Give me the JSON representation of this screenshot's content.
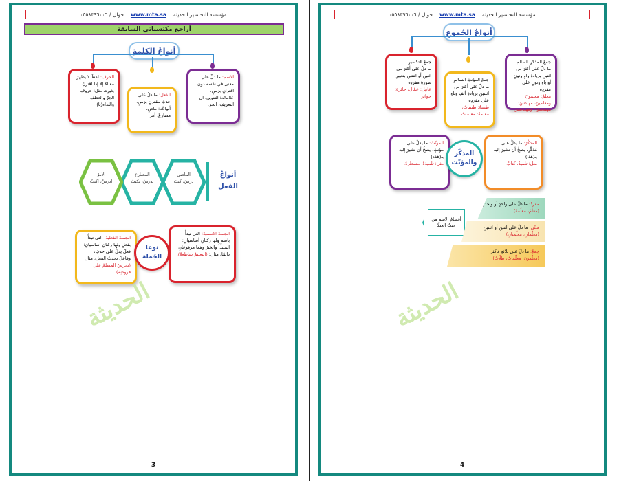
{
  "header": {
    "org": "مؤسسة التحاضير الحديثة",
    "site": "www.mta.sa",
    "phone": "جوال / ٠٥٥٨٣٩٦٠٠٦"
  },
  "left_page": {
    "banner": "أراجع مكتسباتي السابقة",
    "word_types_title": "أنواعُ الكلمةِ",
    "noun_card": {
      "label": "الاسم:",
      "body": "ما دلّ على معنى في نفسه دون اقترانٍ بزمنٍ.",
      "signs": "علاماتُه: التنوين، ال التعريف، الجر."
    },
    "verb_card": {
      "label": "الفعل:",
      "body": "ما دلّ على حدثٍ مقترنٍ بزمنٍ.",
      "types": "أنواعُه: ماضٍ، مضارعٌ، أمر."
    },
    "particle_card": {
      "label": "الحرف:",
      "body": "لفظٌ لا يظهرُ معناهُ إلا إذا اقترنَ بغيرِه، مثل: حروف الجرّ والعطف والنداء(يا)."
    },
    "verb_types_title": "أنواعُ الفعل",
    "verb_hex": [
      {
        "label": "الماضي",
        "example": "درسَ، كتبَ"
      },
      {
        "label": "المضارع",
        "example": "يدرسُ، يكتبُ"
      },
      {
        "label": "الأمرُ",
        "example": "ادرسْ، اكتبْ"
      }
    ],
    "sentence_title": "نوعا الجُملة",
    "nominal_card": {
      "label": "الجملةُ الاسميةُ:",
      "body": "التي تبدأُ باسمٍ ولها ركنانِ أساسيانِ: المبتدأُ والخبرُ وهما مرفوعانِ دائمًا، مثال:",
      "example": "(التعليمُ ساطعةٌ)."
    },
    "verbal_card": {
      "label": "الجملةُ الفعليةُ:",
      "body": "التي تبدأُ بفعلٍ ولها ركنانِ أساسيانِ: فعلٌ يدلُّ على حدثٍ، وفاعلٌ يحدثُ الفعل، مثال",
      "example": "(يحرصُ المسلمُ على فروضِه)."
    },
    "watermark": "الحديثة",
    "page_number": "3"
  },
  "right_page": {
    "plurals_title": "أنواعُ الجُموعِ",
    "broken_card": {
      "label": "جمعُ التكسيرِ",
      "body": "ما دلّ على أكثرَ من اثنينِ أو اثنتينِ بتغييرِ صورةِ مفردِه",
      "example": "عامِل: عمّال، جائزة: جوائز"
    },
    "fem_card": {
      "label": "جمعُ المؤنثِ السالمِ",
      "body": "ما دلّ على أكثرَ من اثنتينِ بزيادةِ ألفٍ وتاءٍ على مفردِه",
      "example": "طبيبةٌ: طبيباتٌ، معلمةٌ: معلماتٌ"
    },
    "masc_card": {
      "label": "جمعُ المذكرِ السالمِ",
      "body": "ما دلّ على أكثرَ من اثنينِ بزيادةِ واوٍ ونونٍ أو ياءٍ ونونٍ على مفردِه",
      "example": "معلمٌ: معلمونَ ومعلمينَ، مهندسٌ: مهندسونَ ومهندسينَ"
    },
    "gender_title": "المذكّر والمؤنّث",
    "masc_gender_card": {
      "label": "المذكّرُ:",
      "body": "ما يدلُّ على مُذكّرٍ، يصحُّ أن تشيرَ إليه بـ(هذا)",
      "example": "مثل: تلميذٌ، كتابٌ."
    },
    "fem_gender_card": {
      "label": "المؤنّثُ:",
      "body": "ما يدلُّ على مؤنثٍ، يصحُّ أن تشيرَ إليه بـ(هذه)",
      "example": "مثل: تلميذةٌ، مسطرةٌ."
    },
    "number_title": "أقسامُ الاسمِ من حيثُ العددُ",
    "singular": {
      "label": "مفردٌ:",
      "body": "ما دلّ على واحدٍ أو واحدةٍ",
      "example": "(معلّمٌ، معلّمةٌ)"
    },
    "dual": {
      "label": "مثنّى:",
      "body": "ما دلّ على اثنينِ أو اثنتينِ",
      "example": "(معلّمانِ، معلّمتانِ)"
    },
    "plural": {
      "label": "جمعٌ:",
      "body": "ما دلّ على ثلاثةٍ فأكثر",
      "example": "(معلّمونَ، معلّماتٌ، طلّابٌ)"
    },
    "watermark": "الحديثة",
    "page_number": "4"
  },
  "colors": {
    "border": "#14897f",
    "red": "#d9232d",
    "yellow": "#f2b81c",
    "purple": "#7b2c93",
    "green": "#7ac142",
    "teal": "#26b3a4",
    "orange": "#f28c28",
    "blue": "#2d4fa8"
  }
}
